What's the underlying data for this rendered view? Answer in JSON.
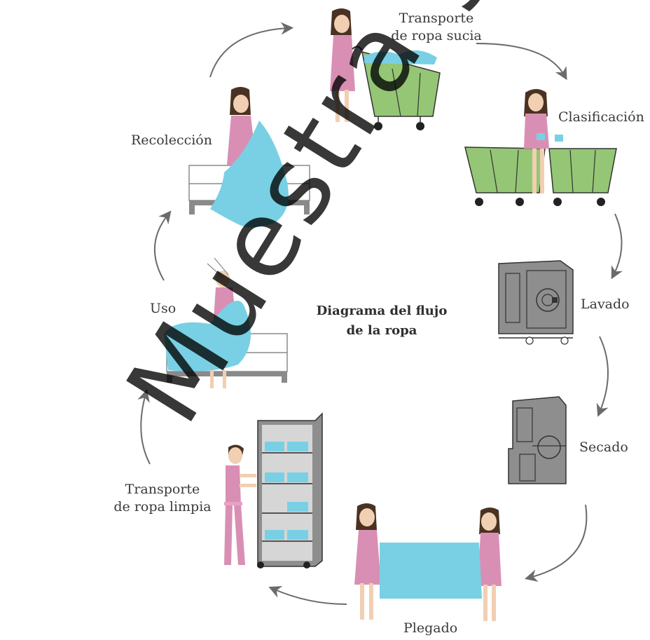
{
  "title": [
    "Diagrama del flujo",
    "de la ropa"
  ],
  "steps": {
    "transporte_sucia": [
      "Transporte",
      "de ropa sucia"
    ],
    "clasificacion": "Clasificación",
    "lavado": "Lavado",
    "secado": "Secado",
    "plegado": "Plegado",
    "transporte_limpia": [
      "Transporte",
      "de ropa limpia"
    ],
    "uso": "Uso",
    "recoleccion": "Recolección"
  },
  "watermark": "Muestra gratis",
  "colors": {
    "bin_green": "#94c675",
    "uniform_pink": "#d98fb3",
    "linen_blue": "#79d0e4",
    "machine_gray": "#8e8e8e",
    "skin": "#f1cfb2",
    "hair": "#4a3222",
    "arrow": "#6b6b6b"
  }
}
